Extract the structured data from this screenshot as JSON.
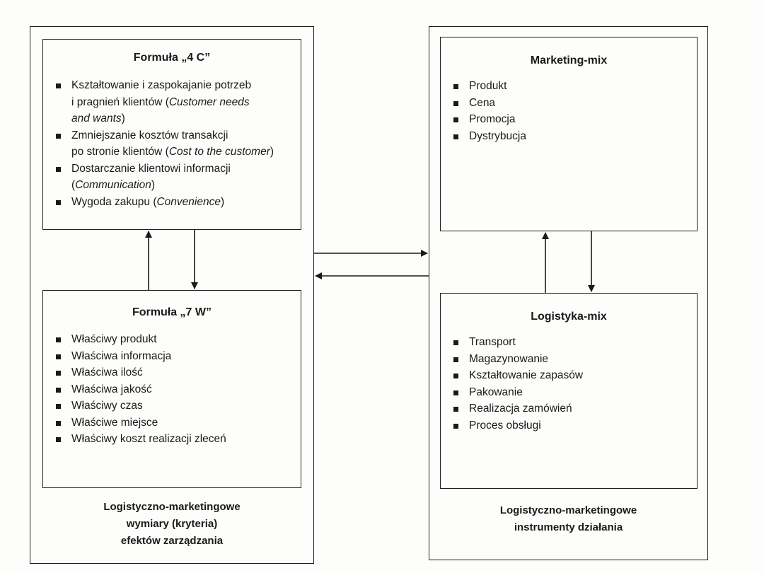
{
  "formula_4c": {
    "title": "Formuła „4 C”",
    "items": [
      {
        "lines": [
          {
            "pre": "Kształtowanie i zaspokajanie potrzeb",
            "em": "",
            "post": ""
          },
          {
            "pre": "i pragnień klientów (",
            "em": "Customer needs",
            "post": ""
          },
          {
            "pre": "",
            "em": "and wants",
            "post": ")"
          }
        ]
      },
      {
        "lines": [
          {
            "pre": "Zmniejszanie kosztów transakcji",
            "em": "",
            "post": ""
          },
          {
            "pre": "po stronie klientów (",
            "em": "Cost to the customer",
            "post": ")"
          }
        ]
      },
      {
        "lines": [
          {
            "pre": "Dostarczanie klientowi informacji",
            "em": "",
            "post": ""
          },
          {
            "pre": "(",
            "em": "Communication",
            "post": ")"
          }
        ]
      },
      {
        "lines": [
          {
            "pre": "Wygoda zakupu (",
            "em": "Convenience",
            "post": ")"
          }
        ]
      }
    ]
  },
  "formula_7w": {
    "title": "Formuła „7 W”",
    "items": [
      "Właściwy produkt",
      "Właściwa informacja",
      "Właściwa ilość",
      "Właściwa jakość",
      "Właściwy czas",
      "Właściwe miejsce",
      "Właściwy koszt realizacji zleceń"
    ]
  },
  "marketing_mix": {
    "title": "Marketing-mix",
    "items": [
      "Produkt",
      "Cena",
      "Promocja",
      "Dystrybucja"
    ]
  },
  "logistyka_mix": {
    "title": "Logistyka-mix",
    "items": [
      "Transport",
      "Magazynowanie",
      "Kształtowanie zapasów",
      "Pakowanie",
      "Realizacja zamówień",
      "Proces obsługi"
    ]
  },
  "captions": {
    "left": [
      "Logistyczno-marketingowe",
      "wymiary (kryteria)",
      "efektów zarządzania"
    ],
    "right": [
      "Logistyczno-marketingowe",
      "instrumenty działania"
    ]
  }
}
